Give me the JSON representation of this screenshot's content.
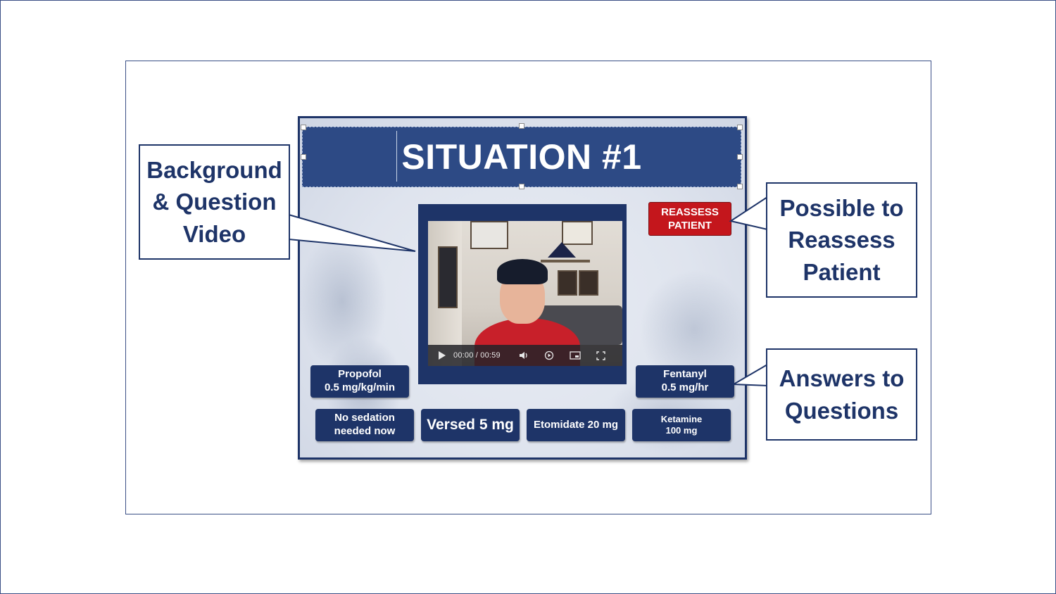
{
  "slide": {
    "title": "SITUATION #1",
    "reassess_button": [
      "REASSESS",
      "PATIENT"
    ],
    "video": {
      "time": "00:00 / 00:59",
      "icons": [
        "play-icon",
        "volume-icon",
        "speed-icon",
        "picture-in-picture-icon",
        "fullscreen-icon"
      ]
    },
    "answers": {
      "propofol": [
        "Propofol",
        "0.5 mg/kg/min"
      ],
      "fentanyl": [
        "Fentanyl",
        "0.5 mg/hr"
      ],
      "no_sedation": [
        "No sedation",
        "needed now"
      ],
      "versed": "Versed 5 mg",
      "etomidate": "Etomidate 20 mg",
      "ketamine": [
        "Ketamine",
        "100 mg"
      ]
    }
  },
  "callouts": {
    "background_video": [
      "Background",
      "& Question",
      "Video"
    ],
    "reassess": [
      "Possible to",
      "Reassess",
      "Patient"
    ],
    "answers": [
      "Answers to",
      "Questions"
    ]
  },
  "colors": {
    "navy": "#1e3468",
    "title_bar": "#2d4a85",
    "reassess_red": "#c4161c"
  }
}
